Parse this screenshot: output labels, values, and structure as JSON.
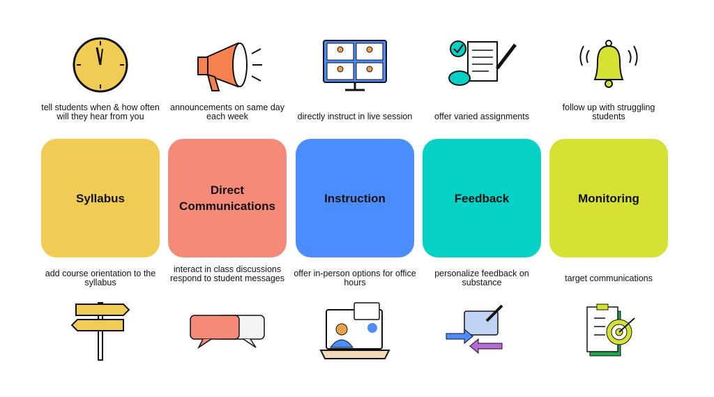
{
  "columns": [
    {
      "title": "Syllabus",
      "top_text": "tell students when & how often will they hear from you",
      "bottom_text": "add course orientation to the syllabus",
      "color": "#F0CC55",
      "top_icon": "clock-icon",
      "bottom_icon": "signpost-icon"
    },
    {
      "title": "Direct Communications",
      "top_text": "announcements on same day each week",
      "bottom_text": "interact in class discussions respond to student messages",
      "color": "#F58A78",
      "top_icon": "megaphone-icon",
      "bottom_icon": "chat-bubbles-icon"
    },
    {
      "title": "Instruction",
      "top_text": "directly instruct in live session",
      "bottom_text": "offer in-person options for office hours",
      "color": "#4B8DFC",
      "top_icon": "video-conference-monitor-icon",
      "bottom_icon": "laptop-video-call-icon"
    },
    {
      "title": "Feedback",
      "top_text": "offer varied assignments",
      "bottom_text": "personalize feedback on substance",
      "color": "#05D2C5",
      "top_icon": "assignment-papers-icon",
      "bottom_icon": "feedback-exchange-icon"
    },
    {
      "title": "Monitoring",
      "top_text": "follow up with struggling students",
      "bottom_text": "target communications",
      "color": "#D5E233",
      "top_icon": "ringing-bell-icon",
      "bottom_icon": "target-checklist-icon"
    }
  ]
}
